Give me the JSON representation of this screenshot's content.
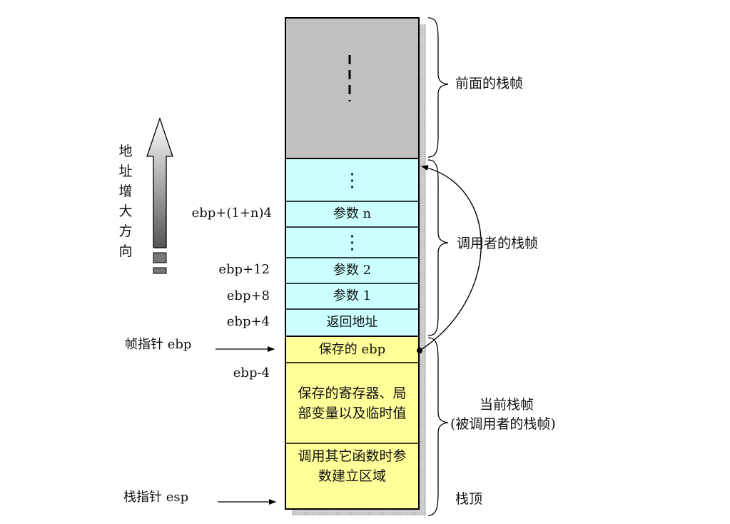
{
  "address_label": [
    "地",
    "址",
    "增",
    "大",
    "方",
    "向"
  ],
  "stack": {
    "prev_frame_dots": "⁞",
    "caller_cells": [
      {
        "name": "caller-ellipsis-top",
        "text": "⋮"
      },
      {
        "name": "param-n",
        "text": "参数 n"
      },
      {
        "name": "caller-ellipsis-mid",
        "text": "⋮"
      },
      {
        "name": "param-2",
        "text": "参数 2"
      },
      {
        "name": "param-1",
        "text": "参数 1"
      },
      {
        "name": "return-address",
        "text": "返回地址"
      }
    ],
    "current_cells": [
      {
        "name": "saved-ebp",
        "text": "保存的 ebp"
      },
      {
        "name": "saved-registers-locals",
        "text": "保存的寄存器、局部变量以及临时值"
      },
      {
        "name": "call-args-area",
        "text": "调用其它函数时参数建立区域"
      }
    ]
  },
  "offsets": {
    "param_n": "ebp+(1+n)4",
    "param_2": "ebp+12",
    "param_1": "ebp+8",
    "return_addr": "ebp+4",
    "local": "ebp-4"
  },
  "pointers": {
    "frame_pointer": "帧指针 ebp",
    "stack_pointer": "栈指针 esp"
  },
  "frames": {
    "previous": "前面的栈帧",
    "caller": "调用者的栈帧",
    "current": "当前栈帧",
    "current_sub": "(被调用者的栈帧)",
    "stack_top": "栈顶"
  },
  "colors": {
    "prev_frame": "#c0c0c0",
    "caller_frame": "#ccffff",
    "current_frame": "#ffff99",
    "shadow": "#b8b8b8"
  }
}
